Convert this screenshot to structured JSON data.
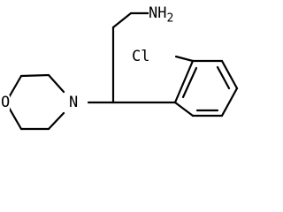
{
  "molecule": {
    "atom_labels": {
      "amine_n": "N",
      "amine_h": "H",
      "amine_subscript": "2",
      "chlorine": "Cl",
      "morpholine_n": "N",
      "morpholine_o": "O"
    },
    "colors": {
      "bond": "#000000",
      "text": "#000000",
      "background": "#ffffff"
    }
  }
}
